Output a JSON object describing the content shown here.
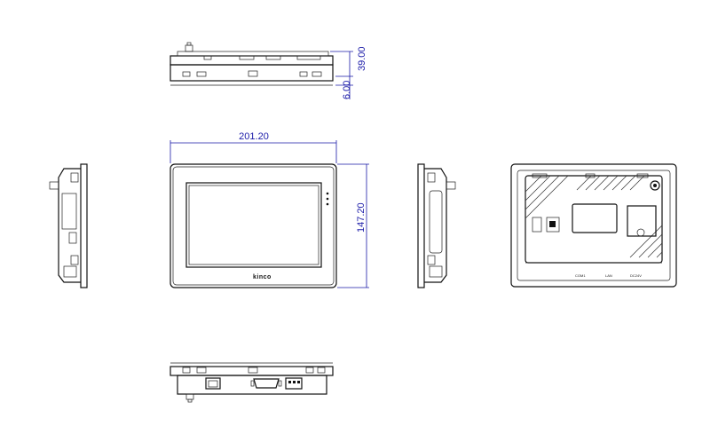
{
  "dimensions": {
    "total_depth": "39.00",
    "panel_depth": "6.00",
    "width": "201.20",
    "height": "147.20"
  },
  "front_view": {
    "brand": "kinco"
  },
  "rear_view": {
    "port_labels": [
      "",
      "COM1",
      "LAN",
      "DC24V"
    ]
  }
}
